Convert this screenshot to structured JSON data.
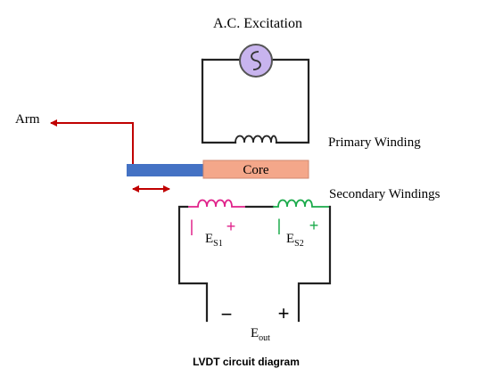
{
  "labels": {
    "excitation": "A.C. Excitation",
    "arm": "Arm",
    "primary": "Primary Winding",
    "core": "Core",
    "secondary": "Secondary Windings",
    "es1_main": "E",
    "es1_sub": "S1",
    "es2_main": "E",
    "es2_sub": "S2",
    "eout_main": "E",
    "eout_sub": "out",
    "caption": "LVDT circuit diagram"
  },
  "polarity": {
    "s1_left": "|",
    "s1_right": "+",
    "s2_left": "|",
    "s2_right": "+",
    "out_left": "−",
    "out_right": "+"
  },
  "colors": {
    "source_fill": "#c8b4ee",
    "source_stroke": "#555555",
    "core_fill": "#f4a78a",
    "arm_bar": "#4472c4",
    "arm_arrow": "#c00000",
    "coil_s1": "#e0218a",
    "coil_s2": "#1aaa4a",
    "wire": "#222222"
  },
  "icons": {
    "source": "ac-source-icon",
    "motion": "double-arrow-icon"
  }
}
